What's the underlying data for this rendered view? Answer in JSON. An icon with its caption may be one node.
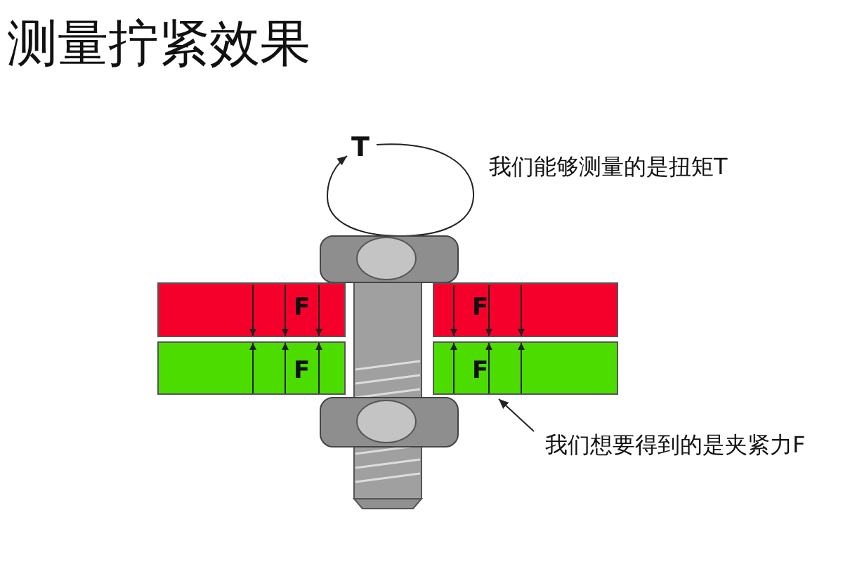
{
  "diagram": {
    "title": "测量拧紧效果",
    "nodes": [
      {
        "text": [
          "F"
        ]
      },
      {
        "text": [
          "F"
        ]
      },
      {
        "text": [
          "F"
        ]
      },
      {
        "text": [
          "F"
        ]
      },
      {
        "text": [
          "我们想要得到的是夹紧力F"
        ]
      }
    ],
    "edges": [
      {
        "from": 4,
        "to": 3,
        "arrow": "to"
      }
    ],
    "labels": [
      "T",
      "我们能够测量的是扭矩T"
    ]
  }
}
